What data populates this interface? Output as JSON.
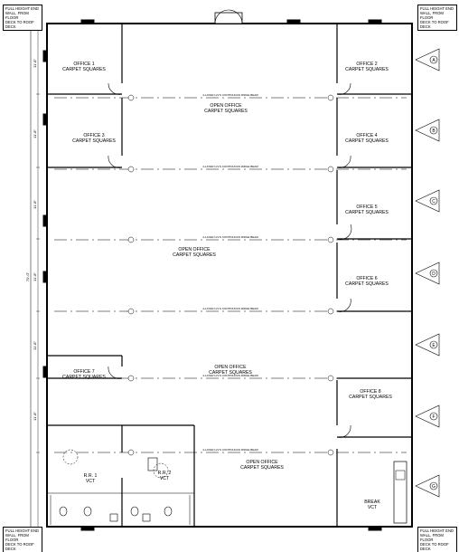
{
  "corner_notes": {
    "top_left": "FULL HEIGHT END\nWALL, FROM FLOOR\nDECK TO ROOF DECK",
    "top_right": "FULL HEIGHT END\nWALL, FROM FLOOR\nDECK TO ROOF DECK",
    "bottom_left": "FULL HEIGHT END\nWALL, FROM FLOOR\nDECK TO ROOF DECK",
    "bottom_right": "FULL HEIGHT END\nWALL, FROM FLOOR\nDECK TO ROOF DECK"
  },
  "rooms": {
    "office1": {
      "name": "OFFICE 1",
      "finish": "CARPET SQUARES"
    },
    "office2": {
      "name": "OFFICE 2",
      "finish": "CARPET SQUARES"
    },
    "office3": {
      "name": "OFFICE 3",
      "finish": "CARPET SQUARES"
    },
    "office4": {
      "name": "OFFICE 4",
      "finish": "CARPET SQUARES"
    },
    "office5": {
      "name": "OFFICE 5",
      "finish": "CARPET SQUARES"
    },
    "office6": {
      "name": "OFFICE 6",
      "finish": "CARPET SQUARES"
    },
    "office7": {
      "name": "OFFICE 7",
      "finish": "CARPET SQUARES"
    },
    "office8": {
      "name": "OFFICE 8",
      "finish": "CARPET SQUARES"
    },
    "open1": {
      "name": "OPEN OFFICE",
      "finish": "CARPET SQUARES"
    },
    "open2": {
      "name": "OPEN OFFICE",
      "finish": "CARPET SQUARES"
    },
    "open3": {
      "name": "OPEN OFFICE",
      "finish": "CARPET SQUARES"
    },
    "open4": {
      "name": "OPEN OFFICE",
      "finish": "CARPET SQUARES"
    },
    "rr1": {
      "name": "R.R. 1",
      "finish": "VCT"
    },
    "rr2": {
      "name": "R.R. 2",
      "finish": "VCT"
    },
    "break": {
      "name": "BREAK",
      "finish": "VCT"
    }
  },
  "beam_note": "4-LAYER LVL'S CONTINUOUS RIDGE BEAM",
  "column_tags": [
    "A",
    "B",
    "C",
    "D",
    "E",
    "F",
    "G"
  ],
  "dimensions_left": [
    "11'-8\"",
    "11'-8\"",
    "11'-8\"",
    "11'-8\"",
    "11'-8\"",
    "11'-8\""
  ],
  "overall_dimension": "70'-0\""
}
